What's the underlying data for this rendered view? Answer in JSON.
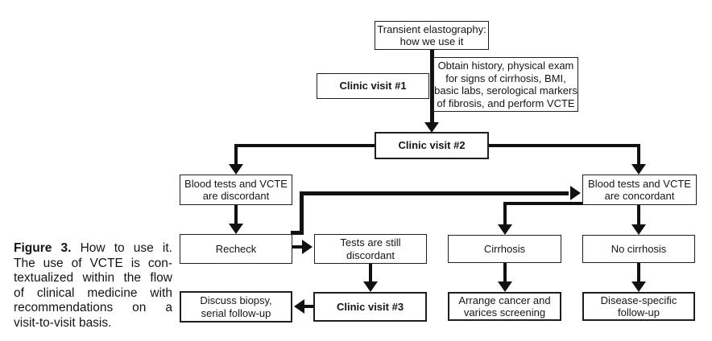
{
  "caption": {
    "lines": [
      {
        "bold": "Figure 3.",
        "rest": " How to use it."
      },
      {
        "rest": "The use of VCTE is con-"
      },
      {
        "rest": "textualized within the flow"
      },
      {
        "rest": "of clinical medicine with"
      },
      {
        "rest": "recommendations on a"
      },
      {
        "rest": "visit-to-visit basis."
      }
    ]
  },
  "flowchart": {
    "nodes": {
      "title": "Transient elastography:\nhow we use it",
      "clinic_visit_1": "Clinic visit #1",
      "obtain": "Obtain history, physical exam\nfor signs of cirrhosis, BMI,\nbasic labs, serological markers\nof fibrosis, and perform VCTE",
      "clinic_visit_2": "Clinic visit #2",
      "discordant": "Blood tests and VCTE\nare discordant",
      "concordant": "Blood tests and VCTE\nare concordant",
      "recheck": "Recheck",
      "tests_still_discordant": "Tests are still\ndiscordant",
      "cirrhosis": "Cirrhosis",
      "no_cirrhosis": "No cirrhosis",
      "discuss_biopsy": "Discuss biopsy,\nserial follow-up",
      "clinic_visit_3": "Clinic visit #3",
      "arrange_screening": "Arrange cancer and\nvarices screening",
      "disease_specific": "Disease-specific\nfollow-up"
    },
    "edges": [
      {
        "from": "title",
        "to": "clinic_visit_2"
      },
      {
        "from": "clinic_visit_2",
        "to": "discordant"
      },
      {
        "from": "clinic_visit_2",
        "to": "concordant"
      },
      {
        "from": "discordant",
        "to": "recheck"
      },
      {
        "from": "recheck",
        "to": "concordant"
      },
      {
        "from": "recheck",
        "to": "tests_still_discordant"
      },
      {
        "from": "tests_still_discordant",
        "to": "clinic_visit_3"
      },
      {
        "from": "clinic_visit_3",
        "to": "discuss_biopsy"
      },
      {
        "from": "concordant",
        "to": "cirrhosis"
      },
      {
        "from": "concordant",
        "to": "no_cirrhosis"
      },
      {
        "from": "cirrhosis",
        "to": "arrange_screening"
      },
      {
        "from": "no_cirrhosis",
        "to": "disease_specific"
      }
    ],
    "colors": {
      "line": "#111111",
      "box_border": "#1f1f1f",
      "text": "#151515",
      "background": "#ffffff"
    }
  }
}
